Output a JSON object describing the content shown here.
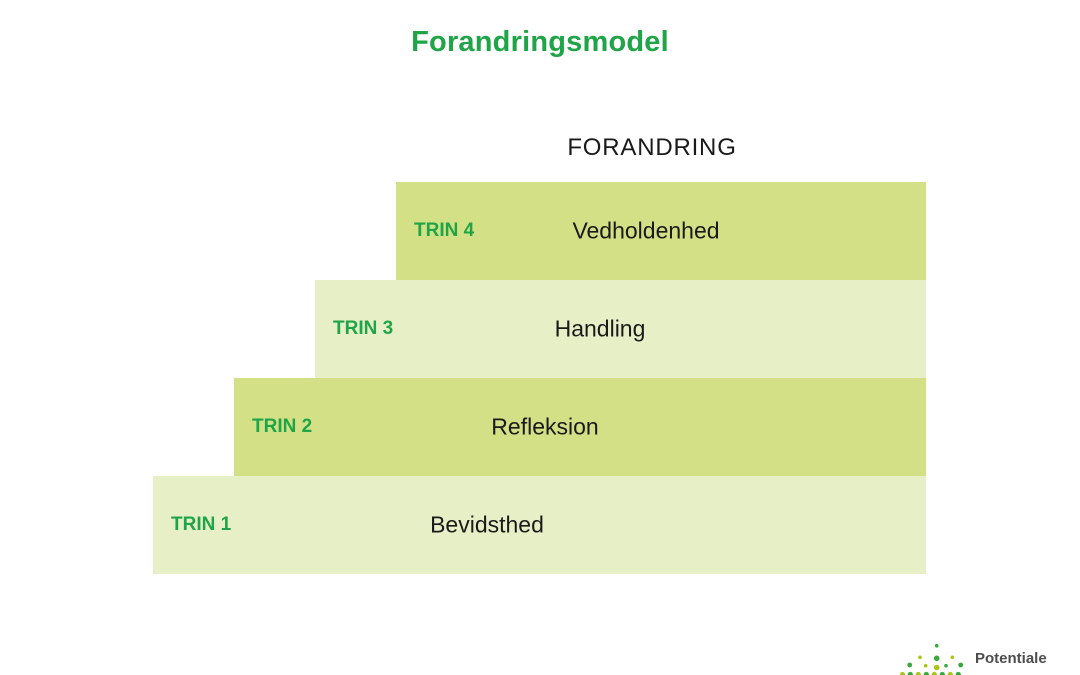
{
  "title": "Forandringsmodel",
  "header_label": "FORANDRING",
  "steps": [
    {
      "trin": "TRIN 4",
      "label": "Vedholdenhed"
    },
    {
      "trin": "TRIN 3",
      "label": "Handling"
    },
    {
      "trin": "TRIN 2",
      "label": "Refleksion"
    },
    {
      "trin": "TRIN 1",
      "label": "Bevidsthed"
    }
  ],
  "logo": {
    "text": "Potentiale"
  },
  "colors": {
    "green": "#1fa548",
    "step_dark": "#d3e085",
    "step_light": "#e7efc6",
    "text_dark": "#1a1a1a",
    "logo_text": "#4d4d4d",
    "logo_dot_dark": "#3aa93c",
    "logo_dot_light": "#a8c714"
  }
}
